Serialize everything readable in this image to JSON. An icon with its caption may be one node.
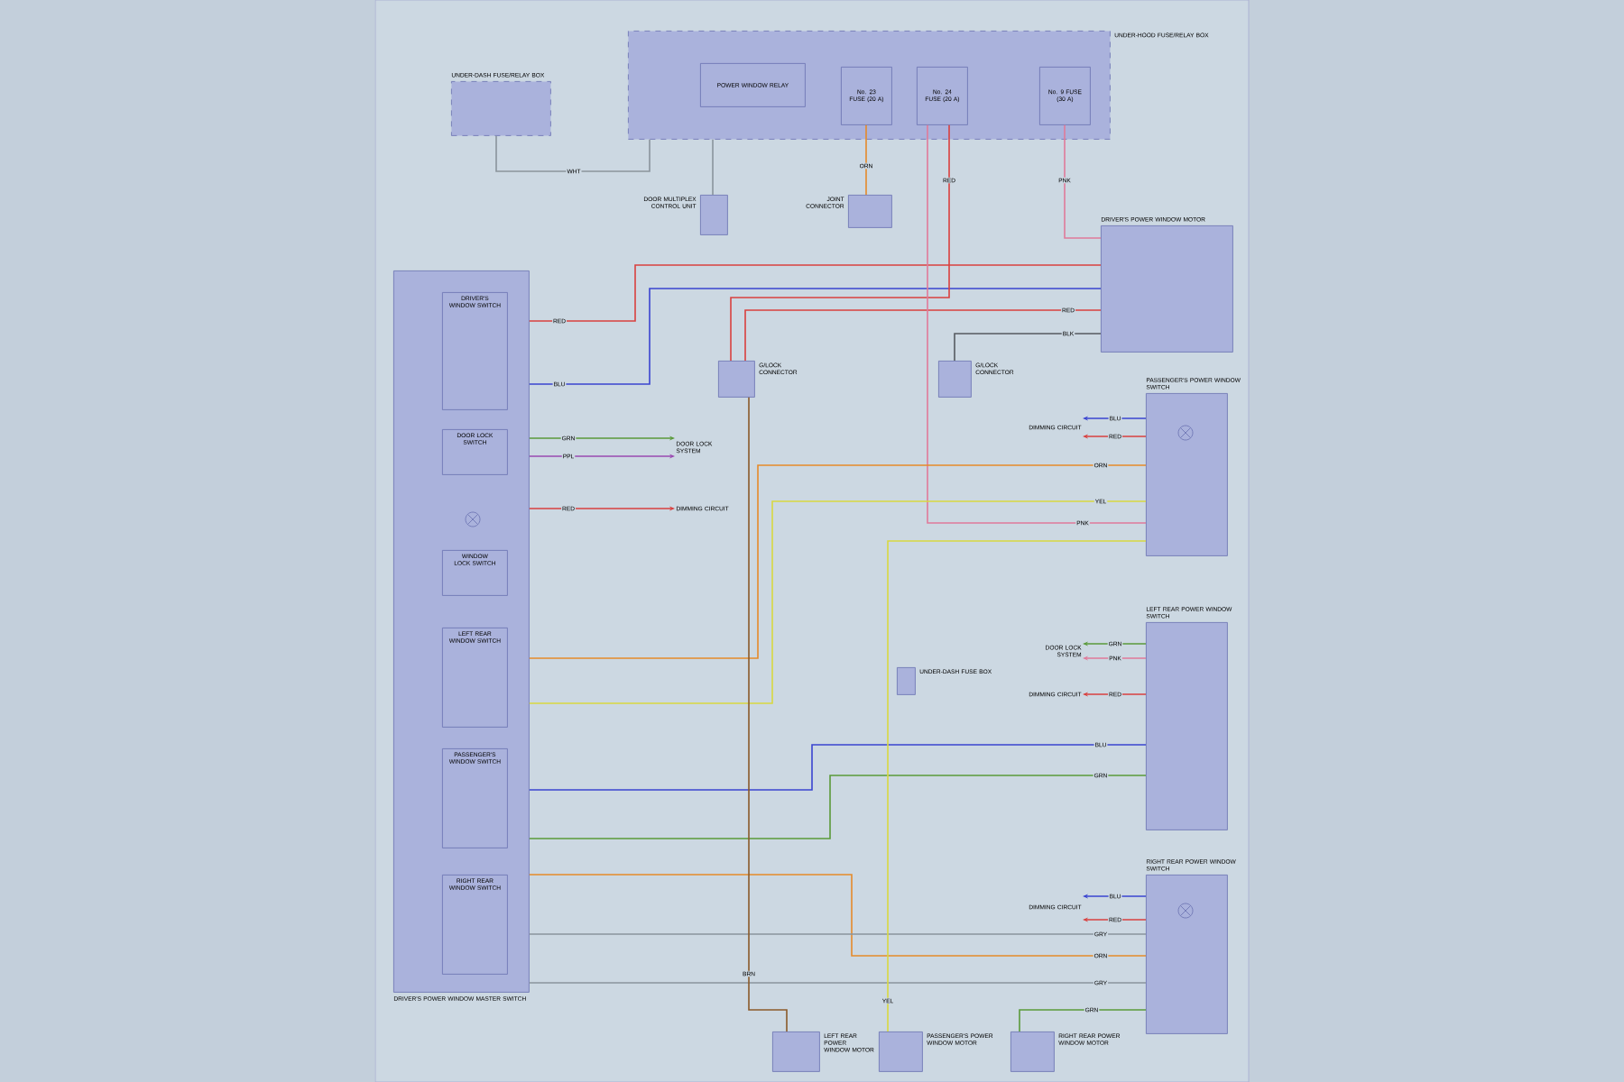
{
  "diagram": {
    "nodes": [
      {
        "text": [
          "UNDER-DASH FUSE/RELAY BOX"
        ]
      },
      {
        "text": [
          "UNDER-HOOD FUSE/RELAY BOX"
        ]
      },
      {
        "text": [
          "POWER WINDOW RELAY"
        ],
        "in": 1
      },
      {
        "text": [
          "No. 23 FUSE (20 A)"
        ],
        "in": 1
      },
      {
        "text": [
          "No. 24 FUSE (20 A)"
        ],
        "in": 1
      },
      {
        "text": [
          "No. 9 FUSE (30 A)"
        ],
        "in": 1
      },
      {
        "text": [
          "DOOR MULTIPLEX CONTROL UNIT"
        ]
      },
      {
        "text": [
          "JOINT CONNECTOR"
        ]
      },
      {
        "text": [
          "DRIVER'S POWER WINDOW MOTOR"
        ]
      },
      {
        "text": [
          "DRIVER'S POWER WINDOW MASTER SWITCH"
        ]
      },
      {
        "text": [
          "DRIVER'S WINDOW SWITCH"
        ],
        "in": 9
      },
      {
        "text": [
          "DOOR LOCK SWITCH"
        ],
        "in": 9
      },
      {
        "text": [
          "WINDOW LOCK SWITCH"
        ],
        "in": 9
      },
      {
        "text": [
          "LEFT REAR WINDOW SWITCH"
        ],
        "in": 9
      },
      {
        "text": [
          "PASSENGER'S WINDOW SWITCH"
        ],
        "in": 9
      },
      {
        "text": [
          "RIGHT REAR WINDOW SWITCH"
        ],
        "in": 9
      },
      {
        "text": [
          "G/LOCK CONNECTOR"
        ]
      },
      {
        "text": [
          "G/LOCK CONNECTOR"
        ]
      },
      {
        "text": [
          "PASSENGER'S POWER WINDOW SWITCH"
        ]
      },
      {
        "text": [
          "LEFT REAR POWER WINDOW SWITCH"
        ]
      },
      {
        "text": [
          "RIGHT REAR POWER WINDOW SWITCH"
        ]
      },
      {
        "text": [
          "LEFT REAR POWER WINDOW MOTOR"
        ]
      },
      {
        "text": [
          "PASSENGER'S POWER WINDOW MOTOR"
        ]
      },
      {
        "text": [
          "RIGHT REAR POWER WINDOW MOTOR"
        ]
      },
      {
        "text": [
          "UNDER-DASH FUSE BOX"
        ]
      },
      {
        "text": [
          "DOOR LOCK SYSTEM"
        ]
      },
      {
        "text": [
          "DIMMING CIRCUIT"
        ]
      },
      {
        "text": [
          "DOOR LOCK SYSTEM"
        ]
      },
      {
        "text": [
          "DIMMING CIRCUIT"
        ]
      },
      {
        "text": [
          "DIMMING CIRCUIT"
        ]
      },
      {
        "text": [
          "DIMMING CIRCUIT"
        ]
      }
    ],
    "edges": [
      {
        "from": 9,
        "to": 8,
        "arrow": "none",
        "label": "RED",
        "color": "#d9403f"
      },
      {
        "from": 9,
        "to": 8,
        "arrow": "none",
        "label": "BLU",
        "color": "#3a44d0"
      },
      {
        "from": 4,
        "to": 16,
        "arrow": "none",
        "label": "RED",
        "color": "#d9403f"
      },
      {
        "from": 16,
        "to": 8,
        "arrow": "none",
        "label": "RED",
        "color": "#d9403f"
      },
      {
        "from": 5,
        "to": 8,
        "arrow": "none",
        "label": "PNK",
        "color": "#e07a9a"
      },
      {
        "from": 0,
        "to": 1,
        "arrow": "none",
        "label": "WHT",
        "color": "#8a949c"
      },
      {
        "from": 1,
        "to": 6,
        "arrow": "none",
        "color": "#8a949c"
      },
      {
        "from": 3,
        "to": 7,
        "arrow": "none",
        "label": "ORN",
        "color": "#e58a2a"
      },
      {
        "from": 4,
        "to": 18,
        "arrow": "none",
        "label": "PNK",
        "color": "#e07a9a"
      },
      {
        "from": 9,
        "to": 25,
        "arrow": "to",
        "label": "GRN",
        "color": "#5a9a3a"
      },
      {
        "from": 9,
        "to": 25,
        "arrow": "to",
        "label": "PPL",
        "color": "#9a4ab0"
      },
      {
        "from": 9,
        "to": 26,
        "arrow": "to",
        "label": "RED",
        "color": "#d9403f"
      },
      {
        "from": 17,
        "to": 8,
        "arrow": "none",
        "label": "BLK",
        "color": "#555a60"
      },
      {
        "from": 9,
        "to": 18,
        "arrow": "none",
        "label": "ORN",
        "color": "#e58a2a"
      },
      {
        "from": 9,
        "to": 18,
        "arrow": "none",
        "label": "YEL",
        "color": "#d8d840"
      },
      {
        "from": 9,
        "to": 19,
        "arrow": "none",
        "label": "BLU",
        "color": "#3a44d0"
      },
      {
        "from": 9,
        "to": 19,
        "arrow": "none",
        "label": "GRN",
        "color": "#5a9a3a"
      },
      {
        "from": 9,
        "to": 20,
        "arrow": "none",
        "label": "ORN",
        "color": "#e58a2a"
      },
      {
        "from": 9,
        "to": 20,
        "arrow": "none",
        "label": "GRY",
        "color": "#8a949c"
      },
      {
        "from": 9,
        "to": 20,
        "arrow": "none",
        "label": "GRY",
        "color": "#8a949c"
      },
      {
        "from": 16,
        "to": 21,
        "arrow": "none",
        "label": "BRN",
        "color": "#8a5a2a"
      },
      {
        "from": 18,
        "to": 22,
        "arrow": "none",
        "label": "YEL",
        "color": "#d8d840"
      },
      {
        "from": 20,
        "to": 23,
        "arrow": "none",
        "label": "GRN",
        "color": "#5a9a3a"
      },
      {
        "from": 19,
        "to": 27,
        "arrow": "to",
        "label": "GRN",
        "color": "#5a9a3a"
      },
      {
        "from": 19,
        "to": 27,
        "arrow": "to",
        "label": "PNK",
        "color": "#e07a9a"
      },
      {
        "from": 19,
        "to": 28,
        "arrow": "to",
        "label": "RED",
        "color": "#d9403f"
      },
      {
        "from": 18,
        "to": 29,
        "arrow": "to",
        "label": "BLU",
        "color": "#3a44d0"
      },
      {
        "from": 18,
        "to": 29,
        "arrow": "to",
        "label": "RED",
        "color": "#d9403f"
      },
      {
        "from": 20,
        "to": 30,
        "arrow": "to",
        "label": "BLU",
        "color": "#3a44d0"
      },
      {
        "from": 20,
        "to": 30,
        "arrow": "to",
        "label": "RED",
        "color": "#d9403f"
      }
    ]
  }
}
